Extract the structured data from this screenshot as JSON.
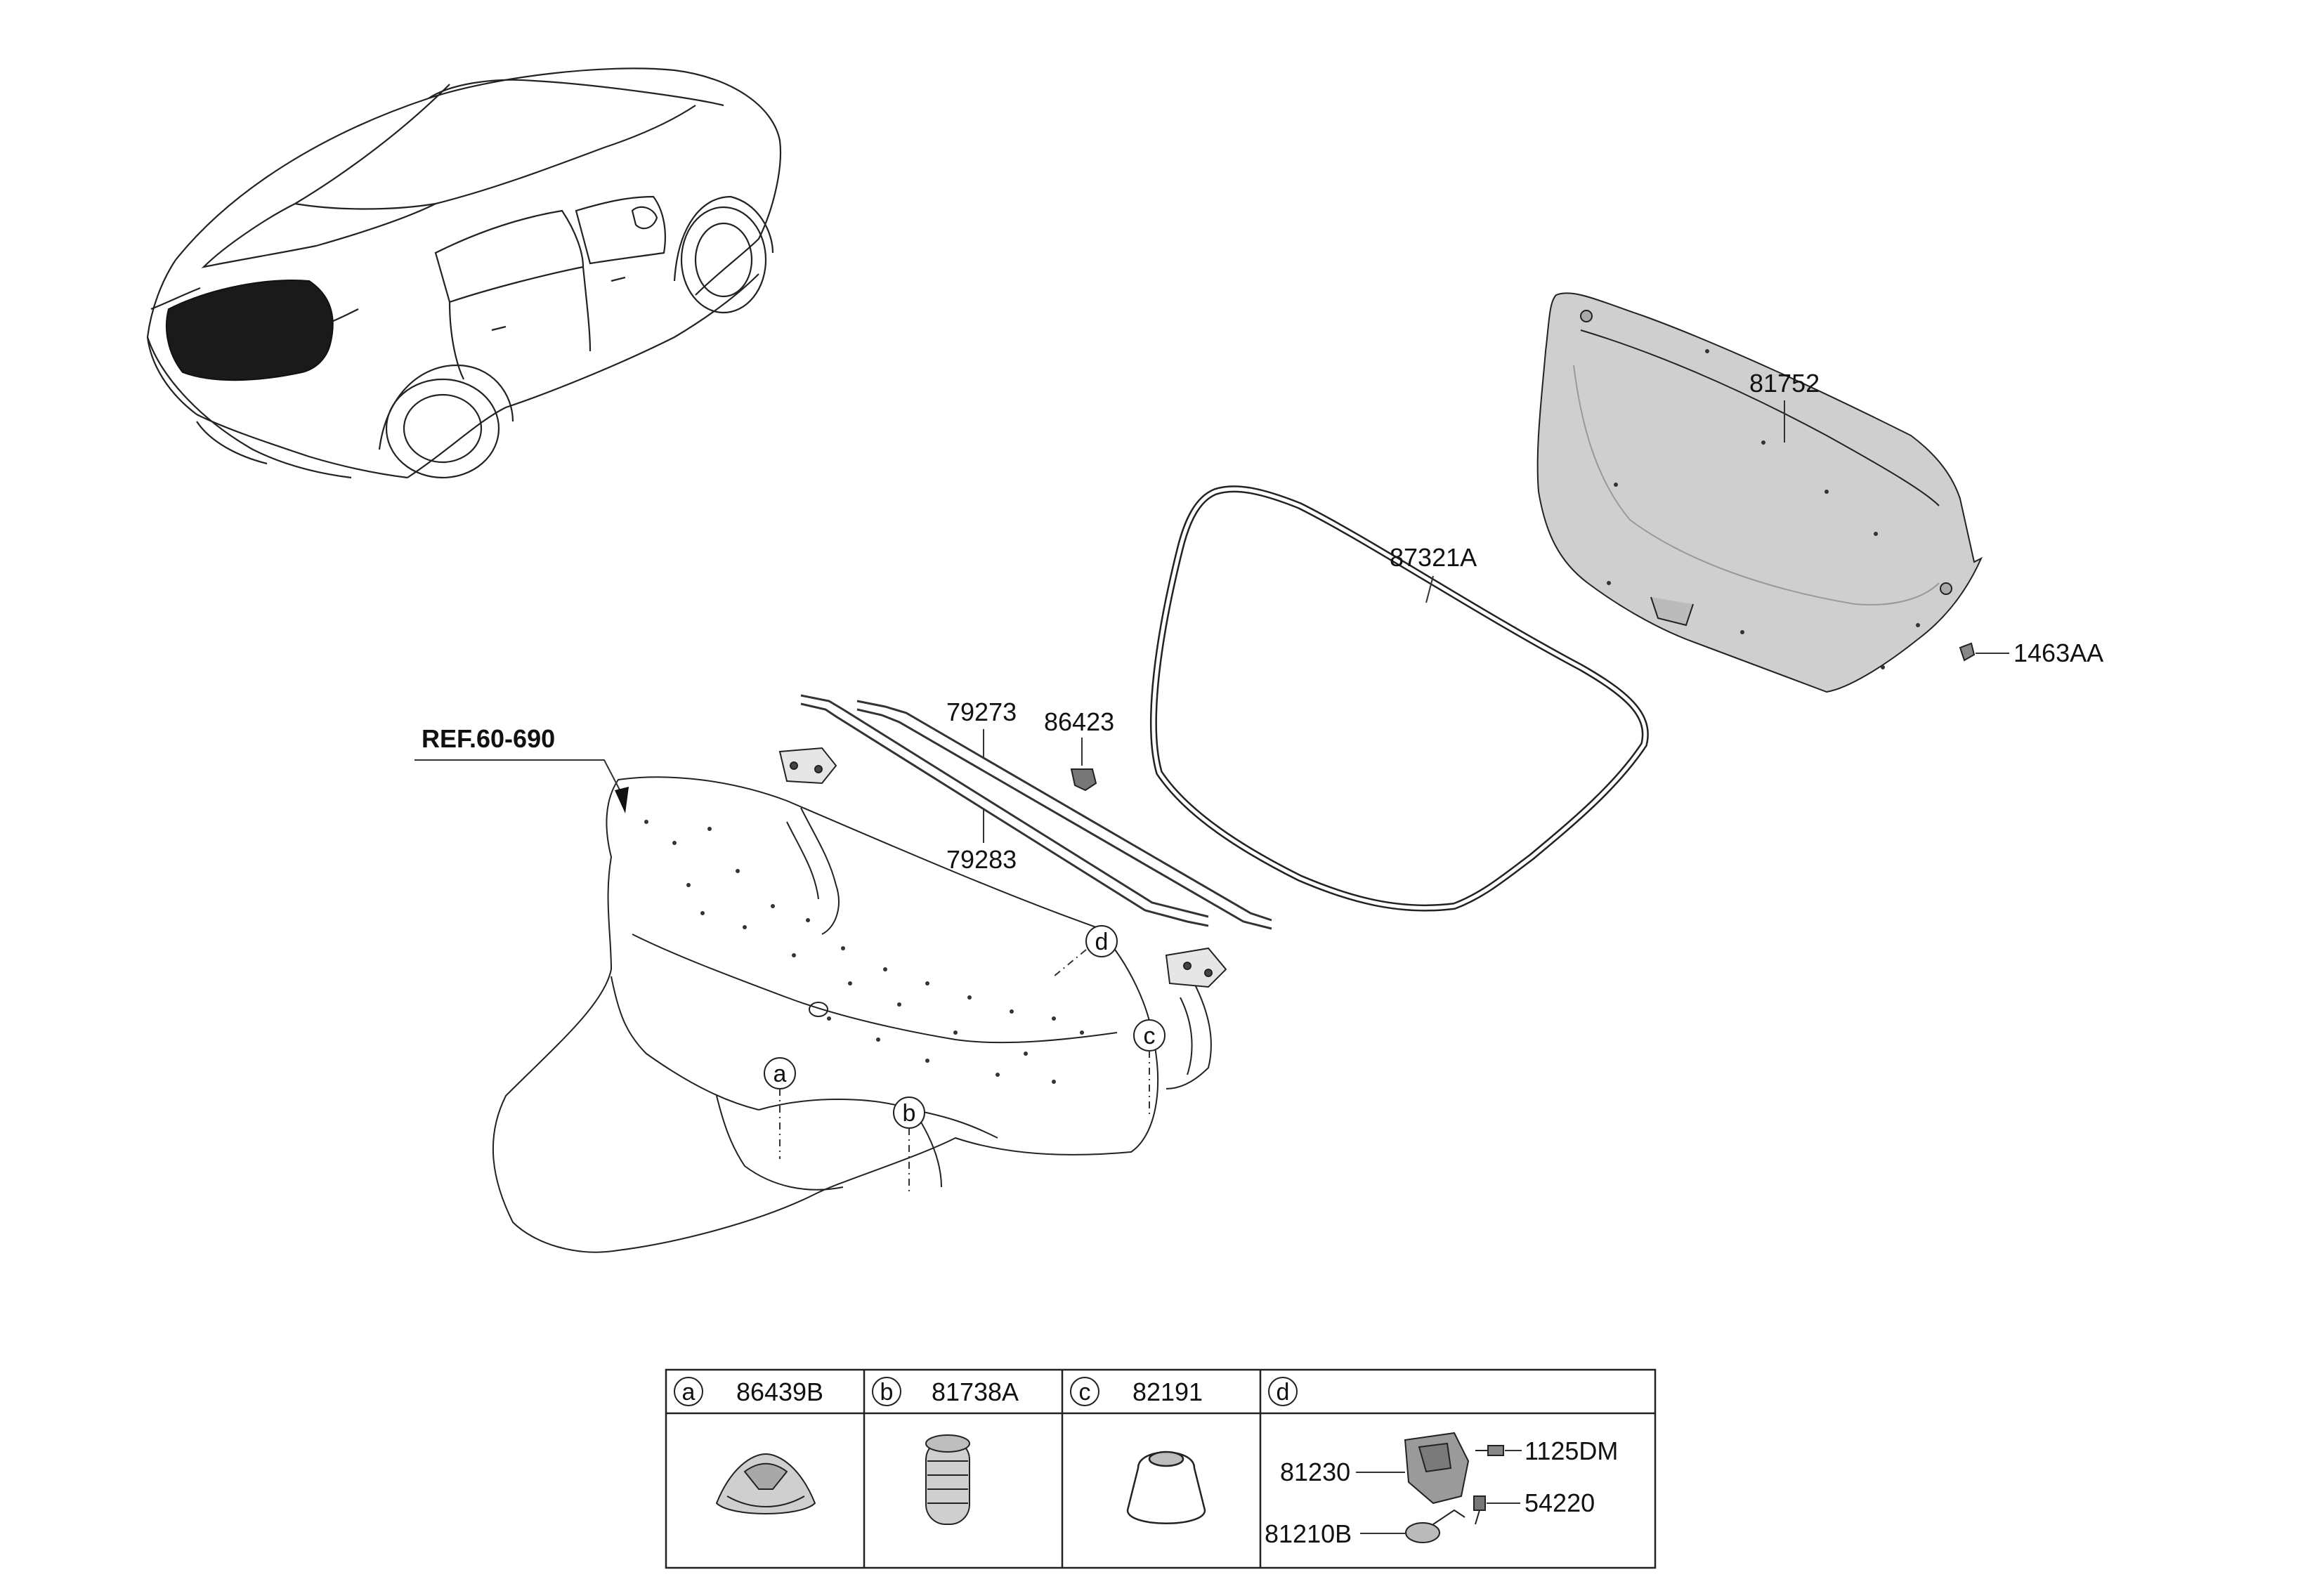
{
  "diagram": {
    "ref_label": "REF.60-690",
    "parts": {
      "trim_panel": "81752",
      "weatherstrip": "87321A",
      "fastener": "1463AA",
      "rod_upper": "79273",
      "rod_lower": "79283",
      "bumper": "86423"
    },
    "callouts": [
      "a",
      "b",
      "c",
      "d"
    ]
  },
  "legend": {
    "columns": [
      {
        "key": "a",
        "part": "86439B"
      },
      {
        "key": "b",
        "part": "81738A"
      },
      {
        "key": "c",
        "part": "82191"
      },
      {
        "key": "d",
        "part": ""
      }
    ],
    "d_parts": {
      "screw": "1125DM",
      "latch": "81230",
      "bolt": "54220",
      "switch": "81210B"
    }
  },
  "colors": {
    "line": "#1a1a1a",
    "part_fill": "#d9d9d9",
    "panel_fill": "#c8c8c8"
  }
}
